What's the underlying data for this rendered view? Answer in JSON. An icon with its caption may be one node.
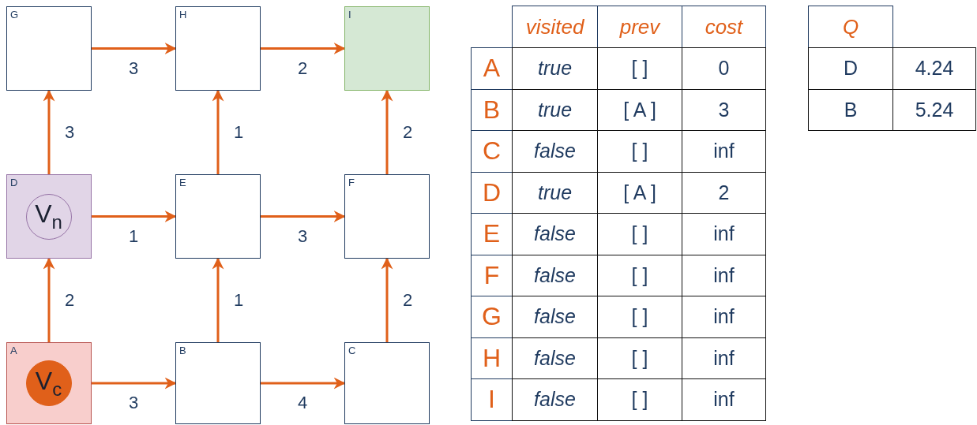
{
  "diagram": {
    "nodes": [
      {
        "text": [
          "G"
        ]
      },
      {
        "text": [
          "H"
        ]
      },
      {
        "text": [
          "I"
        ]
      },
      {
        "text": [
          "D"
        ]
      },
      {
        "text": [
          "V$_{n}$"
        ],
        "in": 3
      },
      {
        "text": [
          "E"
        ]
      },
      {
        "text": [
          "F"
        ]
      },
      {
        "text": [
          "A"
        ]
      },
      {
        "text": [
          "V$_{c}$"
        ],
        "in": 7
      },
      {
        "text": [
          "B"
        ]
      },
      {
        "text": [
          "C"
        ]
      }
    ],
    "edges": [
      {
        "from": 0,
        "to": 1,
        "arrow": "to",
        "label": "3"
      },
      {
        "from": 1,
        "to": 2,
        "arrow": "to",
        "label": "2"
      },
      {
        "from": 3,
        "to": 0,
        "arrow": "to",
        "label": "3"
      },
      {
        "from": 5,
        "to": 1,
        "arrow": "to",
        "label": "1"
      },
      {
        "from": 6,
        "to": 2,
        "arrow": "to",
        "label": "2"
      },
      {
        "from": 3,
        "to": 5,
        "arrow": "to",
        "label": "1"
      },
      {
        "from": 5,
        "to": 6,
        "arrow": "to",
        "label": "3"
      },
      {
        "from": 7,
        "to": 3,
        "arrow": "to",
        "label": "2"
      },
      {
        "from": 9,
        "to": 5,
        "arrow": "to",
        "label": "1"
      },
      {
        "from": 10,
        "to": 6,
        "arrow": "to",
        "label": "2"
      },
      {
        "from": 7,
        "to": 9,
        "arrow": "to",
        "label": "3"
      },
      {
        "from": 9,
        "to": 10,
        "arrow": "to",
        "label": "4"
      }
    ],
    "labels": [
      "visited",
      "prev",
      "cost",
      "A",
      "true",
      "[ ]",
      "0",
      "B",
      "true",
      "[ A ]",
      "3",
      "C",
      "false",
      "[ ]",
      "inf",
      "D",
      "true",
      "[ A ]",
      "2",
      "E",
      "false",
      "[ ]",
      "inf",
      "F",
      "false",
      "[ ]",
      "inf",
      "G",
      "false",
      "[ ]",
      "inf",
      "H",
      "false",
      "[ ]",
      "inf",
      "I",
      "false",
      "[ ]",
      "inf",
      "Q",
      "D",
      "4.24",
      "B",
      "5.24"
    ]
  }
}
